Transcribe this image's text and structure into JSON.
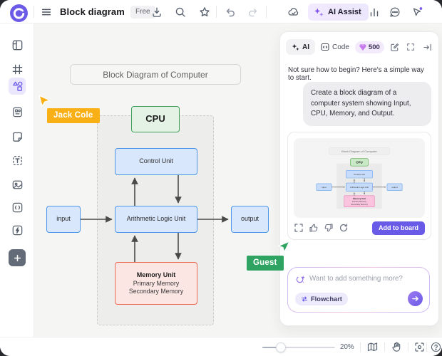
{
  "colors": {
    "accent": "#6A5AE8",
    "sparkle": "#8B5CF6",
    "node_blue_fill": "#D9E7FC",
    "node_blue_border": "#4D95E8",
    "node_green_fill": "#E4F2E6",
    "node_green_border": "#3FA05A",
    "node_red_fill": "#FBE6E3",
    "node_red_border": "#EC6A52",
    "cursor_orange": "#F9B016",
    "cursor_green": "#2EA362"
  },
  "topbar": {
    "title": "Block diagram",
    "free_badge": "Free",
    "ai_assist": "AI Assist"
  },
  "canvas": {
    "title": "Block Diagram of Computer",
    "nodes": {
      "cpu": "CPU",
      "control_unit": "Control Unit",
      "alu": "Arithmetic Logic Unit",
      "input": "input",
      "output": "output",
      "memory_title": "Memory Unit",
      "memory_line1": "Primary Memory",
      "memory_line2": "Secondary Memory"
    },
    "collaborators": [
      {
        "name": "Jack Cole",
        "color": "#F9B016"
      },
      {
        "name": "Guest",
        "color": "#2EA362"
      }
    ]
  },
  "ai_panel": {
    "ai_tab": "AI",
    "code_tab": "Code",
    "credits": "500",
    "intro": "Not sure how to begin? Here's a simple way to start.",
    "user_prompt": "Create a block diagram of a computer system showing Input, CPU, Memory, and Output.",
    "add_to_board": "Add to board",
    "input_placeholder": "Want to add something more?",
    "suggestion_chip": "Flowchart"
  },
  "statusbar": {
    "zoom_level": "20%"
  }
}
